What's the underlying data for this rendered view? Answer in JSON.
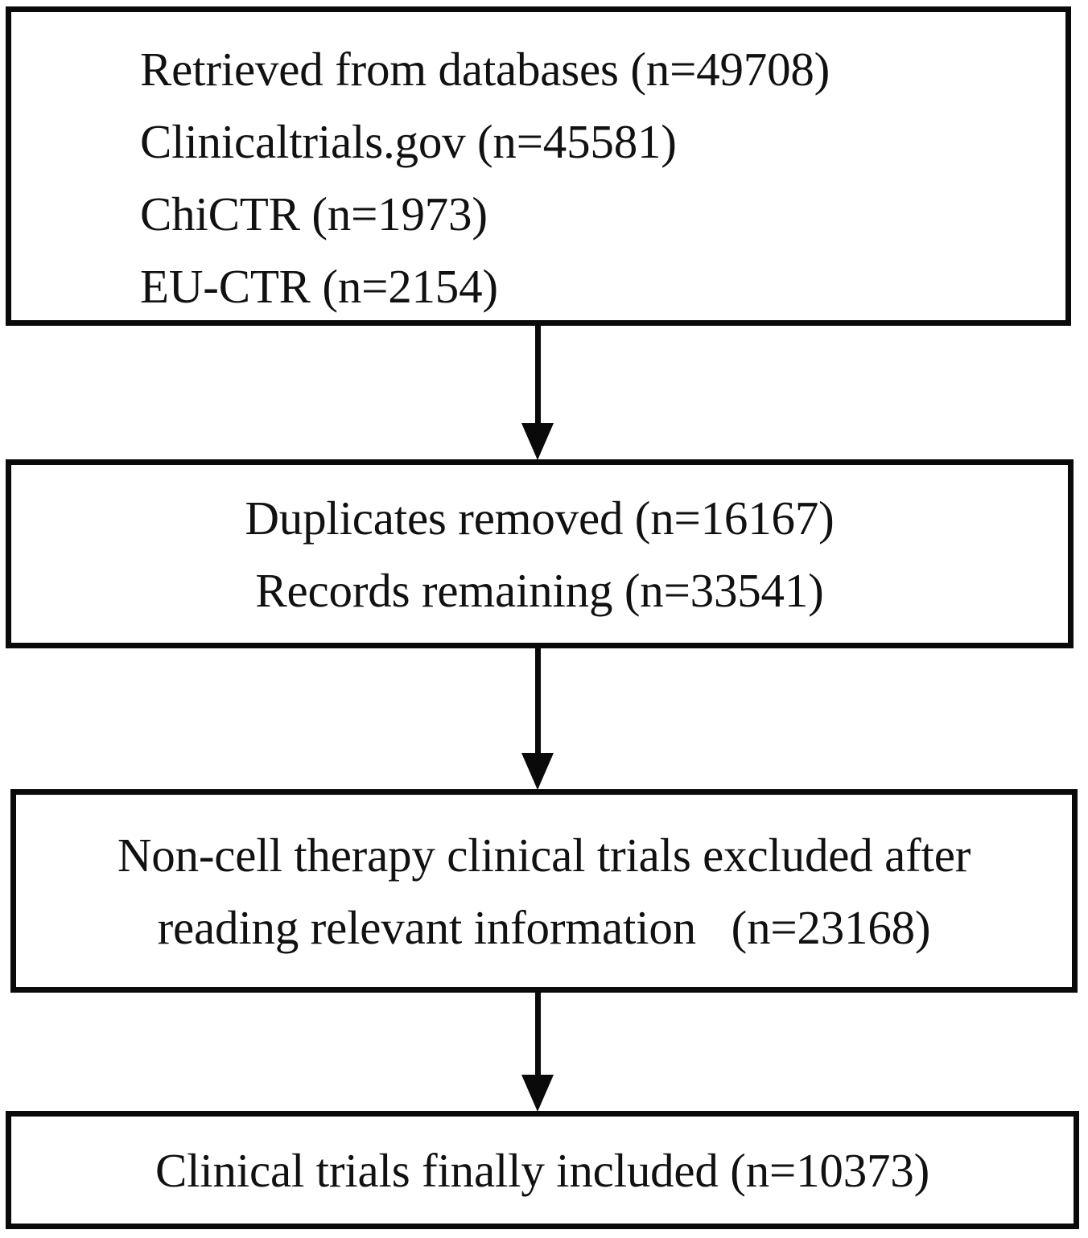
{
  "figure": {
    "type": "prisma-style-flowchart",
    "orientation": "top-to-bottom",
    "background_color": "#ffffff",
    "line_color": "#0a0a0a",
    "text_color": "#111111"
  },
  "boxes": [
    {
      "id": "sources",
      "name": "records-identified-box",
      "align": "left",
      "lines": [
        "Retrieved from databases (n=49708)",
        "Clinicaltrials.gov (n=45581)",
        "ChiCTR (n=1973)",
        "EU-CTR (n=2154)"
      ],
      "counts": {
        "total_retrieved": 49708,
        "clinicaltrials_gov": 45581,
        "chictr": 1973,
        "eu_ctr": 2154
      }
    },
    {
      "id": "duplicates",
      "name": "duplicates-removed-box",
      "align": "center",
      "lines": [
        "Duplicates removed (n=16167)",
        "Records remaining (n=33541)"
      ],
      "counts": {
        "duplicates_removed": 16167,
        "records_remaining": 33541
      }
    },
    {
      "id": "excluded",
      "name": "records-excluded-box",
      "align": "center",
      "lines": [
        "Non-cell therapy clinical trials excluded after",
        "reading relevant information   (n=23168)"
      ],
      "counts": {
        "excluded": 23168
      }
    },
    {
      "id": "included",
      "name": "trials-included-box",
      "align": "center",
      "lines": [
        "Clinical trials finally included (n=10373)"
      ],
      "counts": {
        "included": 10373
      }
    }
  ],
  "arrows": [
    {
      "id": "arrow-1",
      "from": "sources",
      "to": "duplicates",
      "direction": "down"
    },
    {
      "id": "arrow-2",
      "from": "duplicates",
      "to": "excluded",
      "direction": "down"
    },
    {
      "id": "arrow-3",
      "from": "excluded",
      "to": "included",
      "direction": "down"
    }
  ]
}
